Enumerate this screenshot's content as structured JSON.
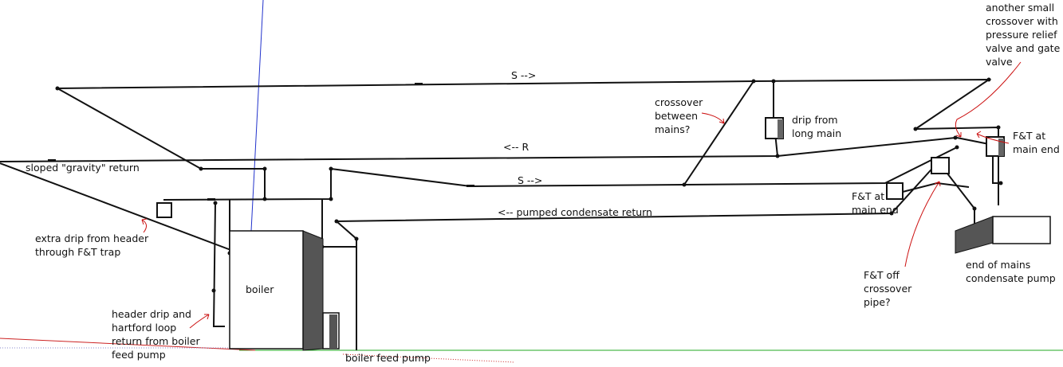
{
  "labels": {
    "supply_top": "S -->",
    "return_r": "<-- R",
    "supply_lower": "S -->",
    "pumped_return": "<-- pumped condensate return",
    "gravity_return": "sloped \"gravity\" return",
    "extra_drip": "extra drip from header\nthrough F&T trap",
    "header_drip": "header drip and\nhartford loop\nreturn from boiler\nfeed pump",
    "boiler": "boiler",
    "boiler_feed_pump": "boiler feed pump",
    "crossover_mains": "crossover\nbetween\nmains?",
    "drip_long_main": "drip from\nlong main",
    "small_crossover": "another small\ncrossover with\npressure relief\nvalve and gate\nvalve",
    "ft_main_end_right": "F&T at\nmain end",
    "ft_main_end_left": "F&T at\nmain end",
    "ft_off_crossover": "F&T off\ncrossover\npipe?",
    "end_condensate_pump": "end of mains\ncondensate pump"
  },
  "colors": {
    "pipe": "#111111",
    "annotation_arrow": "#cc1111",
    "axis_blue": "#2233cc",
    "axis_green": "#22aa22",
    "axis_red": "#cc2222",
    "boiler_face": "#ffffff",
    "boiler_side": "#555555"
  }
}
